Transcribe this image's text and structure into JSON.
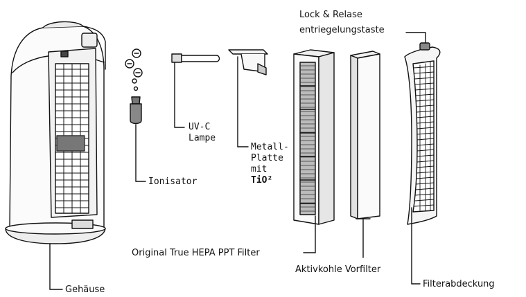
{
  "labels": {
    "lock_line1": "Lock & Relase",
    "lock_line2": "entriegelungstaste",
    "uvc_line1": "UV-C",
    "uvc_line2": "Lampe",
    "metall_line1": "Metall-",
    "metall_line2": "Platte",
    "metall_line3": "mit",
    "metall_line4": "TiO²",
    "ionisator": "Ionisator",
    "hepa": "Original True HEPA PPT Filter",
    "aktivkohle": "Aktivkohle Vorfilter",
    "gehause": "Gehäuse",
    "filterabdeckung": "Filterabdeckung"
  },
  "colors": {
    "line": "#111111",
    "fill_light": "#f4f4f4",
    "fill_dark": "#777777"
  }
}
